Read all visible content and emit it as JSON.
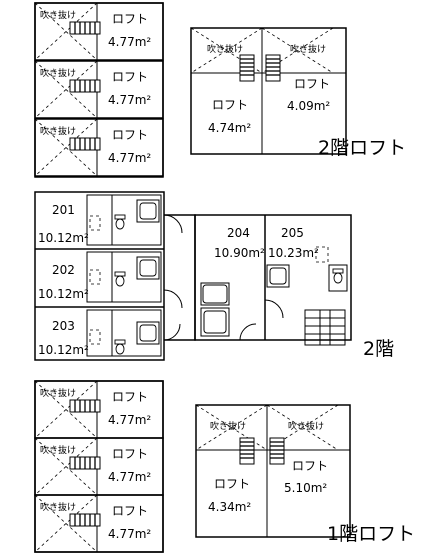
{
  "title_floor1_loft": "1階ロフト",
  "title_floor2": "2階",
  "title_floor2_loft": "2階ロフト",
  "fukinuke": "吹き抜け",
  "loft": "ロフト",
  "unit_sqm": "m²",
  "loft2_left": [
    {
      "area": "4.77"
    },
    {
      "area": "4.77"
    },
    {
      "area": "4.77"
    }
  ],
  "loft2_right": {
    "left_area": "4.74",
    "right_area": "4.09"
  },
  "floor2_rooms": [
    {
      "number": "201",
      "area": "10.12"
    },
    {
      "number": "202",
      "area": "10.12"
    },
    {
      "number": "203",
      "area": "10.12"
    },
    {
      "number": "204",
      "area": "10.90"
    },
    {
      "number": "205",
      "area": "10.23"
    }
  ],
  "loft1_left": [
    {
      "area": "4.77"
    },
    {
      "area": "4.77"
    },
    {
      "area": "4.77"
    }
  ],
  "loft1_right": {
    "left_area": "4.34",
    "right_area": "5.10"
  }
}
